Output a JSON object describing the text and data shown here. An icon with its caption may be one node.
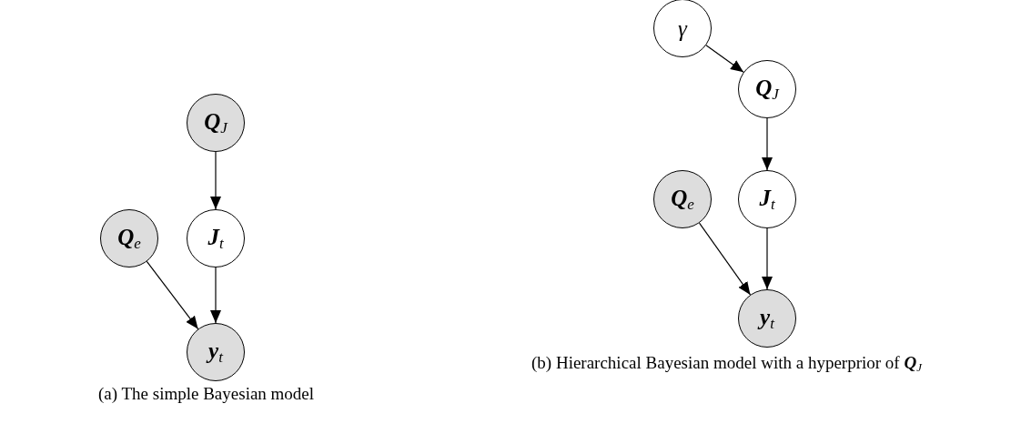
{
  "diagram": {
    "nodes": [
      {
        "text": [
          "**Q**$_{J}$"
        ]
      },
      {
        "text": [
          "**Q**$_{e}$"
        ]
      },
      {
        "text": [
          "**J**$_{t}$"
        ]
      },
      {
        "text": [
          "**y**$_{t}$"
        ]
      },
      {
        "text": [
          "γ"
        ]
      },
      {
        "text": [
          "**Q**$_{J}$"
        ]
      },
      {
        "text": [
          "**Q**$_{e}$"
        ]
      },
      {
        "text": [
          "**J**$_{t}$"
        ]
      },
      {
        "text": [
          "**y**$_{t}$"
        ]
      }
    ],
    "edges": [
      {
        "from": 0,
        "to": 2,
        "arrow": "to"
      },
      {
        "from": 1,
        "to": 3,
        "arrow": "to"
      },
      {
        "from": 2,
        "to": 3,
        "arrow": "to"
      },
      {
        "from": 4,
        "to": 5,
        "arrow": "to"
      },
      {
        "from": 5,
        "to": 7,
        "arrow": "to"
      },
      {
        "from": 6,
        "to": 8,
        "arrow": "to"
      },
      {
        "from": 7,
        "to": 8,
        "arrow": "to"
      }
    ],
    "labels": [
      "(a) The simple Bayesian model",
      "(b) Hierarchical Bayesian model with a hyperprior of **Q**$_{J}$"
    ]
  }
}
